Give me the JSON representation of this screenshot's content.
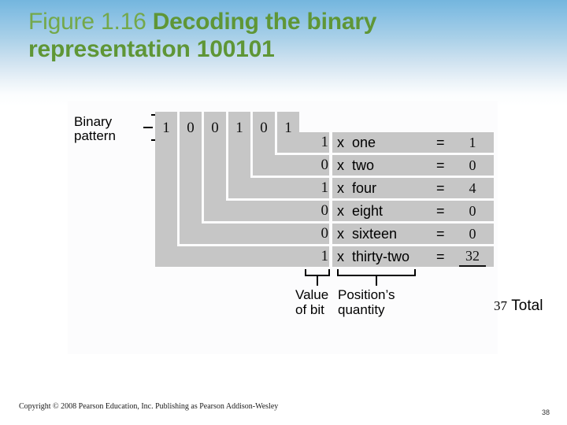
{
  "slide": {
    "title_light": "Figure 1.16 ",
    "title_bold": "Decoding the binary representation 100101",
    "background_top_color": "#74b6de",
    "background_bottom_color": "#ffffff",
    "title_light_color": "#74a84a",
    "title_bold_color": "#5f9636"
  },
  "figure": {
    "panel_color": "#fcfcfd",
    "block_color": "#c6c6c6",
    "binary_pattern_label": "Binary\npattern",
    "binary_pattern_label_line1": "Binary",
    "binary_pattern_label_line2": "pattern",
    "binary_pattern_digits": [
      "1",
      "0",
      "0",
      "1",
      "0",
      "1"
    ],
    "rows": [
      {
        "bit": "1",
        "times": "x",
        "word": "one",
        "equals": "=",
        "result": "1",
        "underlined": false
      },
      {
        "bit": "0",
        "times": "x",
        "word": "two",
        "equals": "=",
        "result": "0",
        "underlined": false
      },
      {
        "bit": "1",
        "times": "x",
        "word": "four",
        "equals": "=",
        "result": "4",
        "underlined": false
      },
      {
        "bit": "0",
        "times": "x",
        "word": "eight",
        "equals": "=",
        "result": "0",
        "underlined": false
      },
      {
        "bit": "0",
        "times": "x",
        "word": "sixteen",
        "equals": "=",
        "result": "0",
        "underlined": false
      },
      {
        "bit": "1",
        "times": "x",
        "word": "thirty-two",
        "equals": "=",
        "result": "32",
        "underlined": true
      }
    ],
    "total_number": "37",
    "total_word": "Total",
    "callout_value_of_bit_line1": "Value",
    "callout_value_of_bit_line2": "of bit",
    "callout_positions_quantity_line1": "Position’s",
    "callout_positions_quantity_line2": "quantity"
  },
  "footer": {
    "copyright": "Copyright © 2008 Pearson Education, Inc. Publishing as Pearson Addison-Wesley",
    "page_number": "38"
  }
}
